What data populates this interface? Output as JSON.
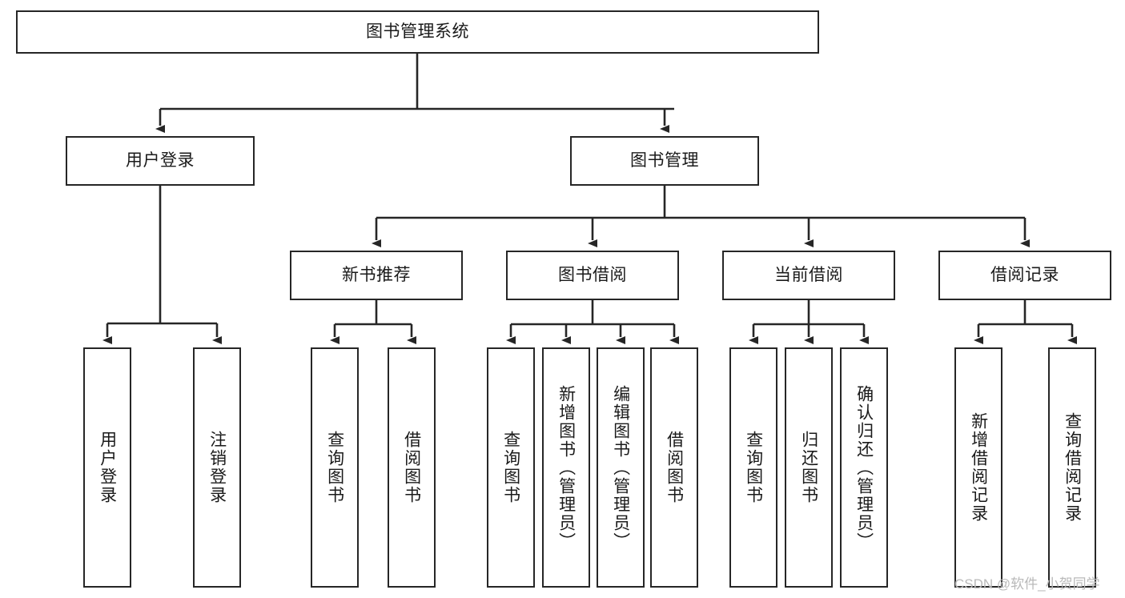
{
  "diagram": {
    "type": "tree-hierarchy",
    "title": "图书管理系统",
    "orientation": "top-down",
    "colors": {
      "box_border": "#262626",
      "box_fill": "#ffffff",
      "edge": "#262626",
      "text": "#1a1a1a",
      "watermark": "#b9b9b9",
      "background": "#ffffff"
    },
    "nodes": {
      "root": {
        "id": "root",
        "label": "图书管理系统",
        "level": 1,
        "text_orientation": "horizontal"
      },
      "level2": [
        {
          "id": "user-login",
          "label": "用户登录",
          "level": 2,
          "text_orientation": "horizontal"
        },
        {
          "id": "book-management",
          "label": "图书管理",
          "level": 2,
          "text_orientation": "horizontal"
        }
      ],
      "level3": [
        {
          "id": "new-book-recommend",
          "label": "新书推荐",
          "level": 3,
          "text_orientation": "horizontal"
        },
        {
          "id": "book-borrow",
          "label": "图书借阅",
          "level": 3,
          "text_orientation": "horizontal"
        },
        {
          "id": "current-borrow",
          "label": "当前借阅",
          "level": 3,
          "text_orientation": "horizontal"
        },
        {
          "id": "borrow-record",
          "label": "借阅记录",
          "level": 3,
          "text_orientation": "horizontal"
        }
      ],
      "leaves": [
        {
          "id": "leaf-user-login",
          "label": "用户登录",
          "parent": "user-login",
          "text_orientation": "vertical"
        },
        {
          "id": "leaf-user-logout",
          "label": "注销登录",
          "parent": "user-login",
          "text_orientation": "vertical"
        },
        {
          "id": "leaf-query-book-1",
          "label": "查询图书",
          "parent": "new-book-recommend",
          "text_orientation": "vertical"
        },
        {
          "id": "leaf-borrow-book-1",
          "label": "借阅图书",
          "parent": "new-book-recommend",
          "text_orientation": "vertical"
        },
        {
          "id": "leaf-query-book-2",
          "label": "查询图书",
          "parent": "book-borrow",
          "text_orientation": "vertical"
        },
        {
          "id": "leaf-add-book",
          "label": "新增图书（管理员）",
          "parent": "book-borrow",
          "text_orientation": "vertical"
        },
        {
          "id": "leaf-edit-book",
          "label": "编辑图书（管理员）",
          "parent": "book-borrow",
          "text_orientation": "vertical"
        },
        {
          "id": "leaf-borrow-book-2",
          "label": "借阅图书",
          "parent": "book-borrow",
          "text_orientation": "vertical"
        },
        {
          "id": "leaf-query-book-3",
          "label": "查询图书",
          "parent": "current-borrow",
          "text_orientation": "vertical"
        },
        {
          "id": "leaf-return-book",
          "label": "归还图书",
          "parent": "current-borrow",
          "text_orientation": "vertical"
        },
        {
          "id": "leaf-confirm-return",
          "label": "确认归还（管理员）",
          "parent": "current-borrow",
          "text_orientation": "vertical"
        },
        {
          "id": "leaf-add-record",
          "label": "新增借阅记录",
          "parent": "borrow-record",
          "text_orientation": "vertical"
        },
        {
          "id": "leaf-query-record",
          "label": "查询借阅记录",
          "parent": "borrow-record",
          "text_orientation": "vertical"
        }
      ]
    },
    "edges": [
      {
        "from": "root",
        "to": "user-login"
      },
      {
        "from": "root",
        "to": "book-management"
      },
      {
        "from": "user-login",
        "to": "leaf-user-login"
      },
      {
        "from": "user-login",
        "to": "leaf-user-logout"
      },
      {
        "from": "book-management",
        "to": "new-book-recommend"
      },
      {
        "from": "book-management",
        "to": "book-borrow"
      },
      {
        "from": "book-management",
        "to": "current-borrow"
      },
      {
        "from": "book-management",
        "to": "borrow-record"
      },
      {
        "from": "new-book-recommend",
        "to": "leaf-query-book-1"
      },
      {
        "from": "new-book-recommend",
        "to": "leaf-borrow-book-1"
      },
      {
        "from": "book-borrow",
        "to": "leaf-query-book-2"
      },
      {
        "from": "book-borrow",
        "to": "leaf-add-book"
      },
      {
        "from": "book-borrow",
        "to": "leaf-edit-book"
      },
      {
        "from": "book-borrow",
        "to": "leaf-borrow-book-2"
      },
      {
        "from": "current-borrow",
        "to": "leaf-query-book-3"
      },
      {
        "from": "current-borrow",
        "to": "leaf-return-book"
      },
      {
        "from": "current-borrow",
        "to": "leaf-confirm-return"
      },
      {
        "from": "borrow-record",
        "to": "leaf-add-record"
      },
      {
        "from": "borrow-record",
        "to": "leaf-query-record"
      }
    ]
  },
  "watermark": {
    "text": "CSDN @软件_小贺同学"
  }
}
